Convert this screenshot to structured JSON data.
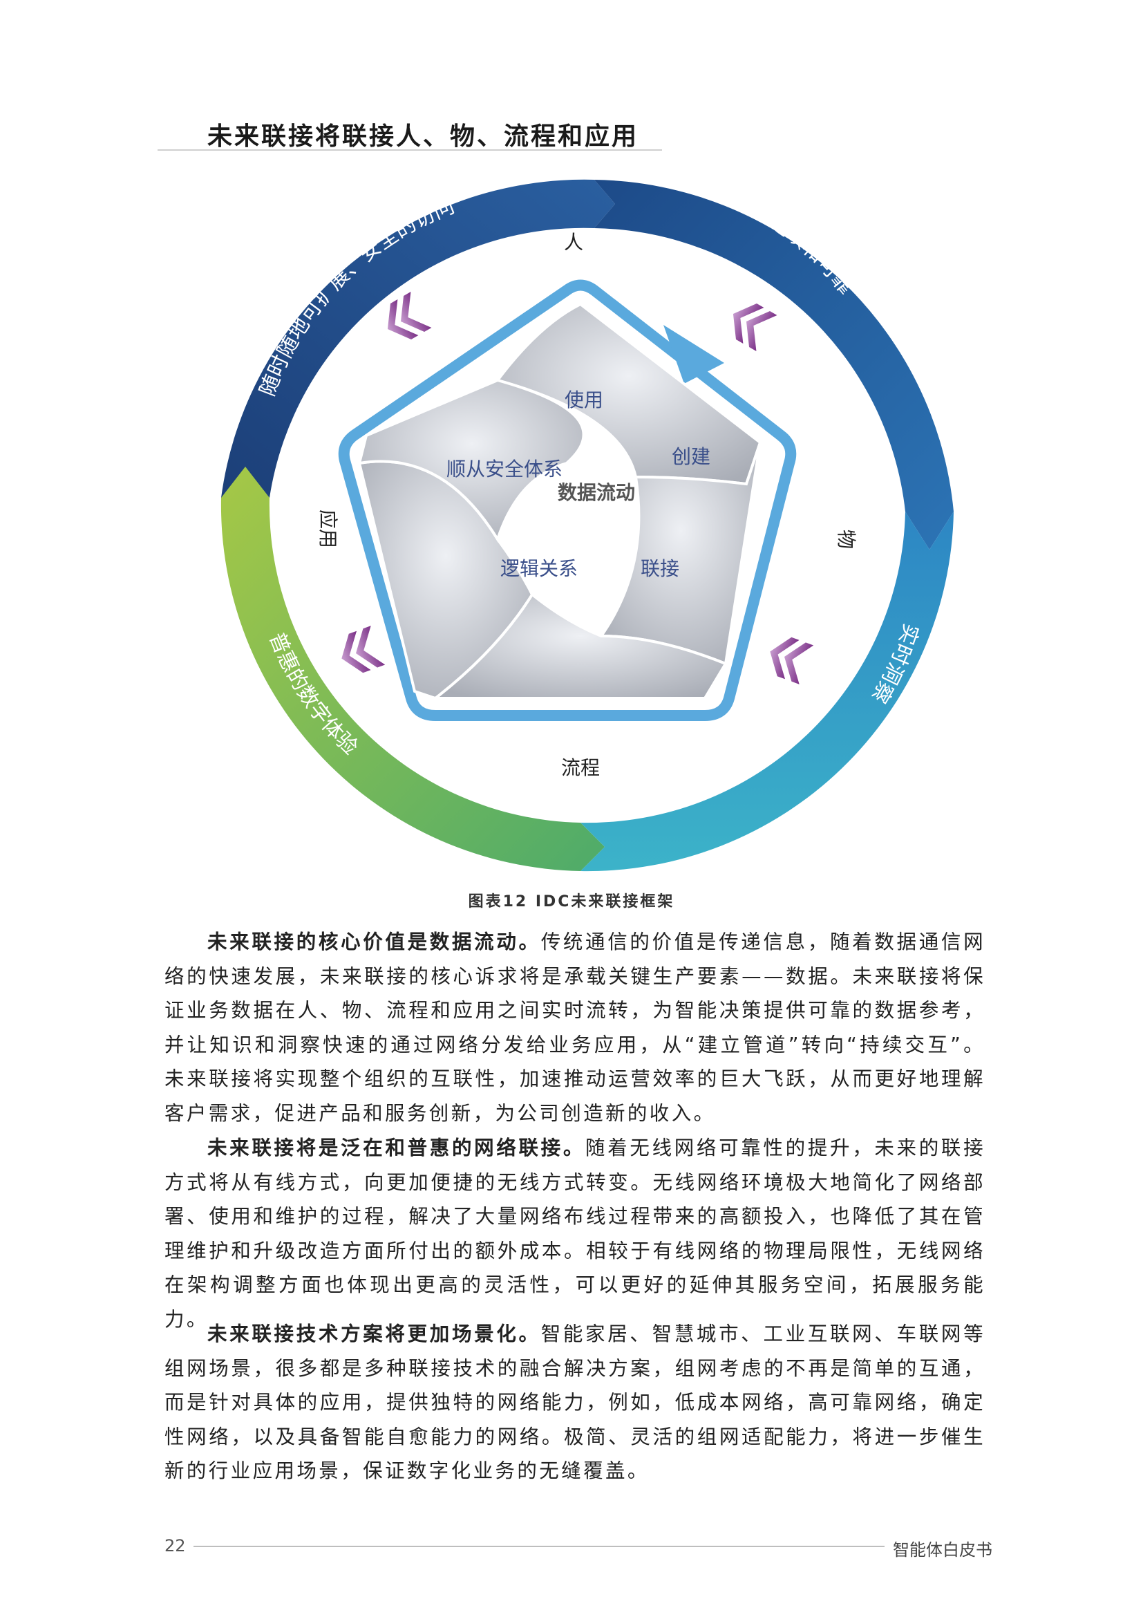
{
  "header": {
    "section_title": "未来联接将联接人、物、流程和应用"
  },
  "diagram": {
    "center": "数据流动",
    "segments": [
      "使用",
      "创建",
      "联接",
      "逻辑关系",
      "顺从安全体系"
    ],
    "ring_corner_labels": {
      "top": "人",
      "right": "物",
      "bottom": "流程",
      "left": "应用"
    },
    "arc_texts": {
      "top_left": "随时随地可扩展、安全的访问",
      "top_right": "业务连续和可靠",
      "bottom_right": "实时洞察",
      "bottom_left": "普惠的数字体验"
    },
    "colors": {
      "dark_blue": "#1e4f8f",
      "mid_blue": "#2f78b8",
      "teal": "#3cb3c9",
      "green": "#8fbf3c",
      "purple": "#8e3f96",
      "inner_outline": "#5aa9dd"
    }
  },
  "caption": "图表12  IDC未来联接框架",
  "paragraphs": [
    {
      "lead": "未来联接的核心价值是数据流动。",
      "text": "传统通信的价值是传递信息，随着数据通信网络的快速发展，未来联接的核心诉求将是承载关键生产要素——数据。未来联接将保证业务数据在人、物、流程和应用之间实时流转，为智能决策提供可靠的数据参考，并让知识和洞察快速的通过网络分发给业务应用，从“建立管道”转向“持续交互”。未来联接将实现整个组织的互联性，加速推动运营效率的巨大飞跃，从而更好地理解客户需求，促进产品和服务创新，为公司创造新的收入。"
    },
    {
      "lead": "未来联接将是泛在和普惠的网络联接。",
      "text": "随着无线网络可靠性的提升，未来的联接方式将从有线方式，向更加便捷的无线方式转变。无线网络环境极大地简化了网络部署、使用和维护的过程，解决了大量网络布线过程带来的高额投入，也降低了其在管理维护和升级改造方面所付出的额外成本。相较于有线网络的物理局限性，无线网络在架构调整方面也体现出更高的灵活性，可以更好的延伸其服务空间，拓展服务能力。"
    },
    {
      "lead": "未来联接技术方案将更加场景化。",
      "text": "智能家居、智慧城市、工业互联网、车联网等组网场景，很多都是多种联接技术的融合解决方案，组网考虑的不再是简单的互通，而是针对具体的应用，提供独特的网络能力，例如，低成本网络，高可靠网络，确定性网络，以及具备智能自愈能力的网络。极简、灵活的组网适配能力，将进一步催生新的行业应用场景，保证数字化业务的无缝覆盖。"
    }
  ],
  "footer": {
    "page_number": "22",
    "doc_title": "智能体白皮书"
  }
}
